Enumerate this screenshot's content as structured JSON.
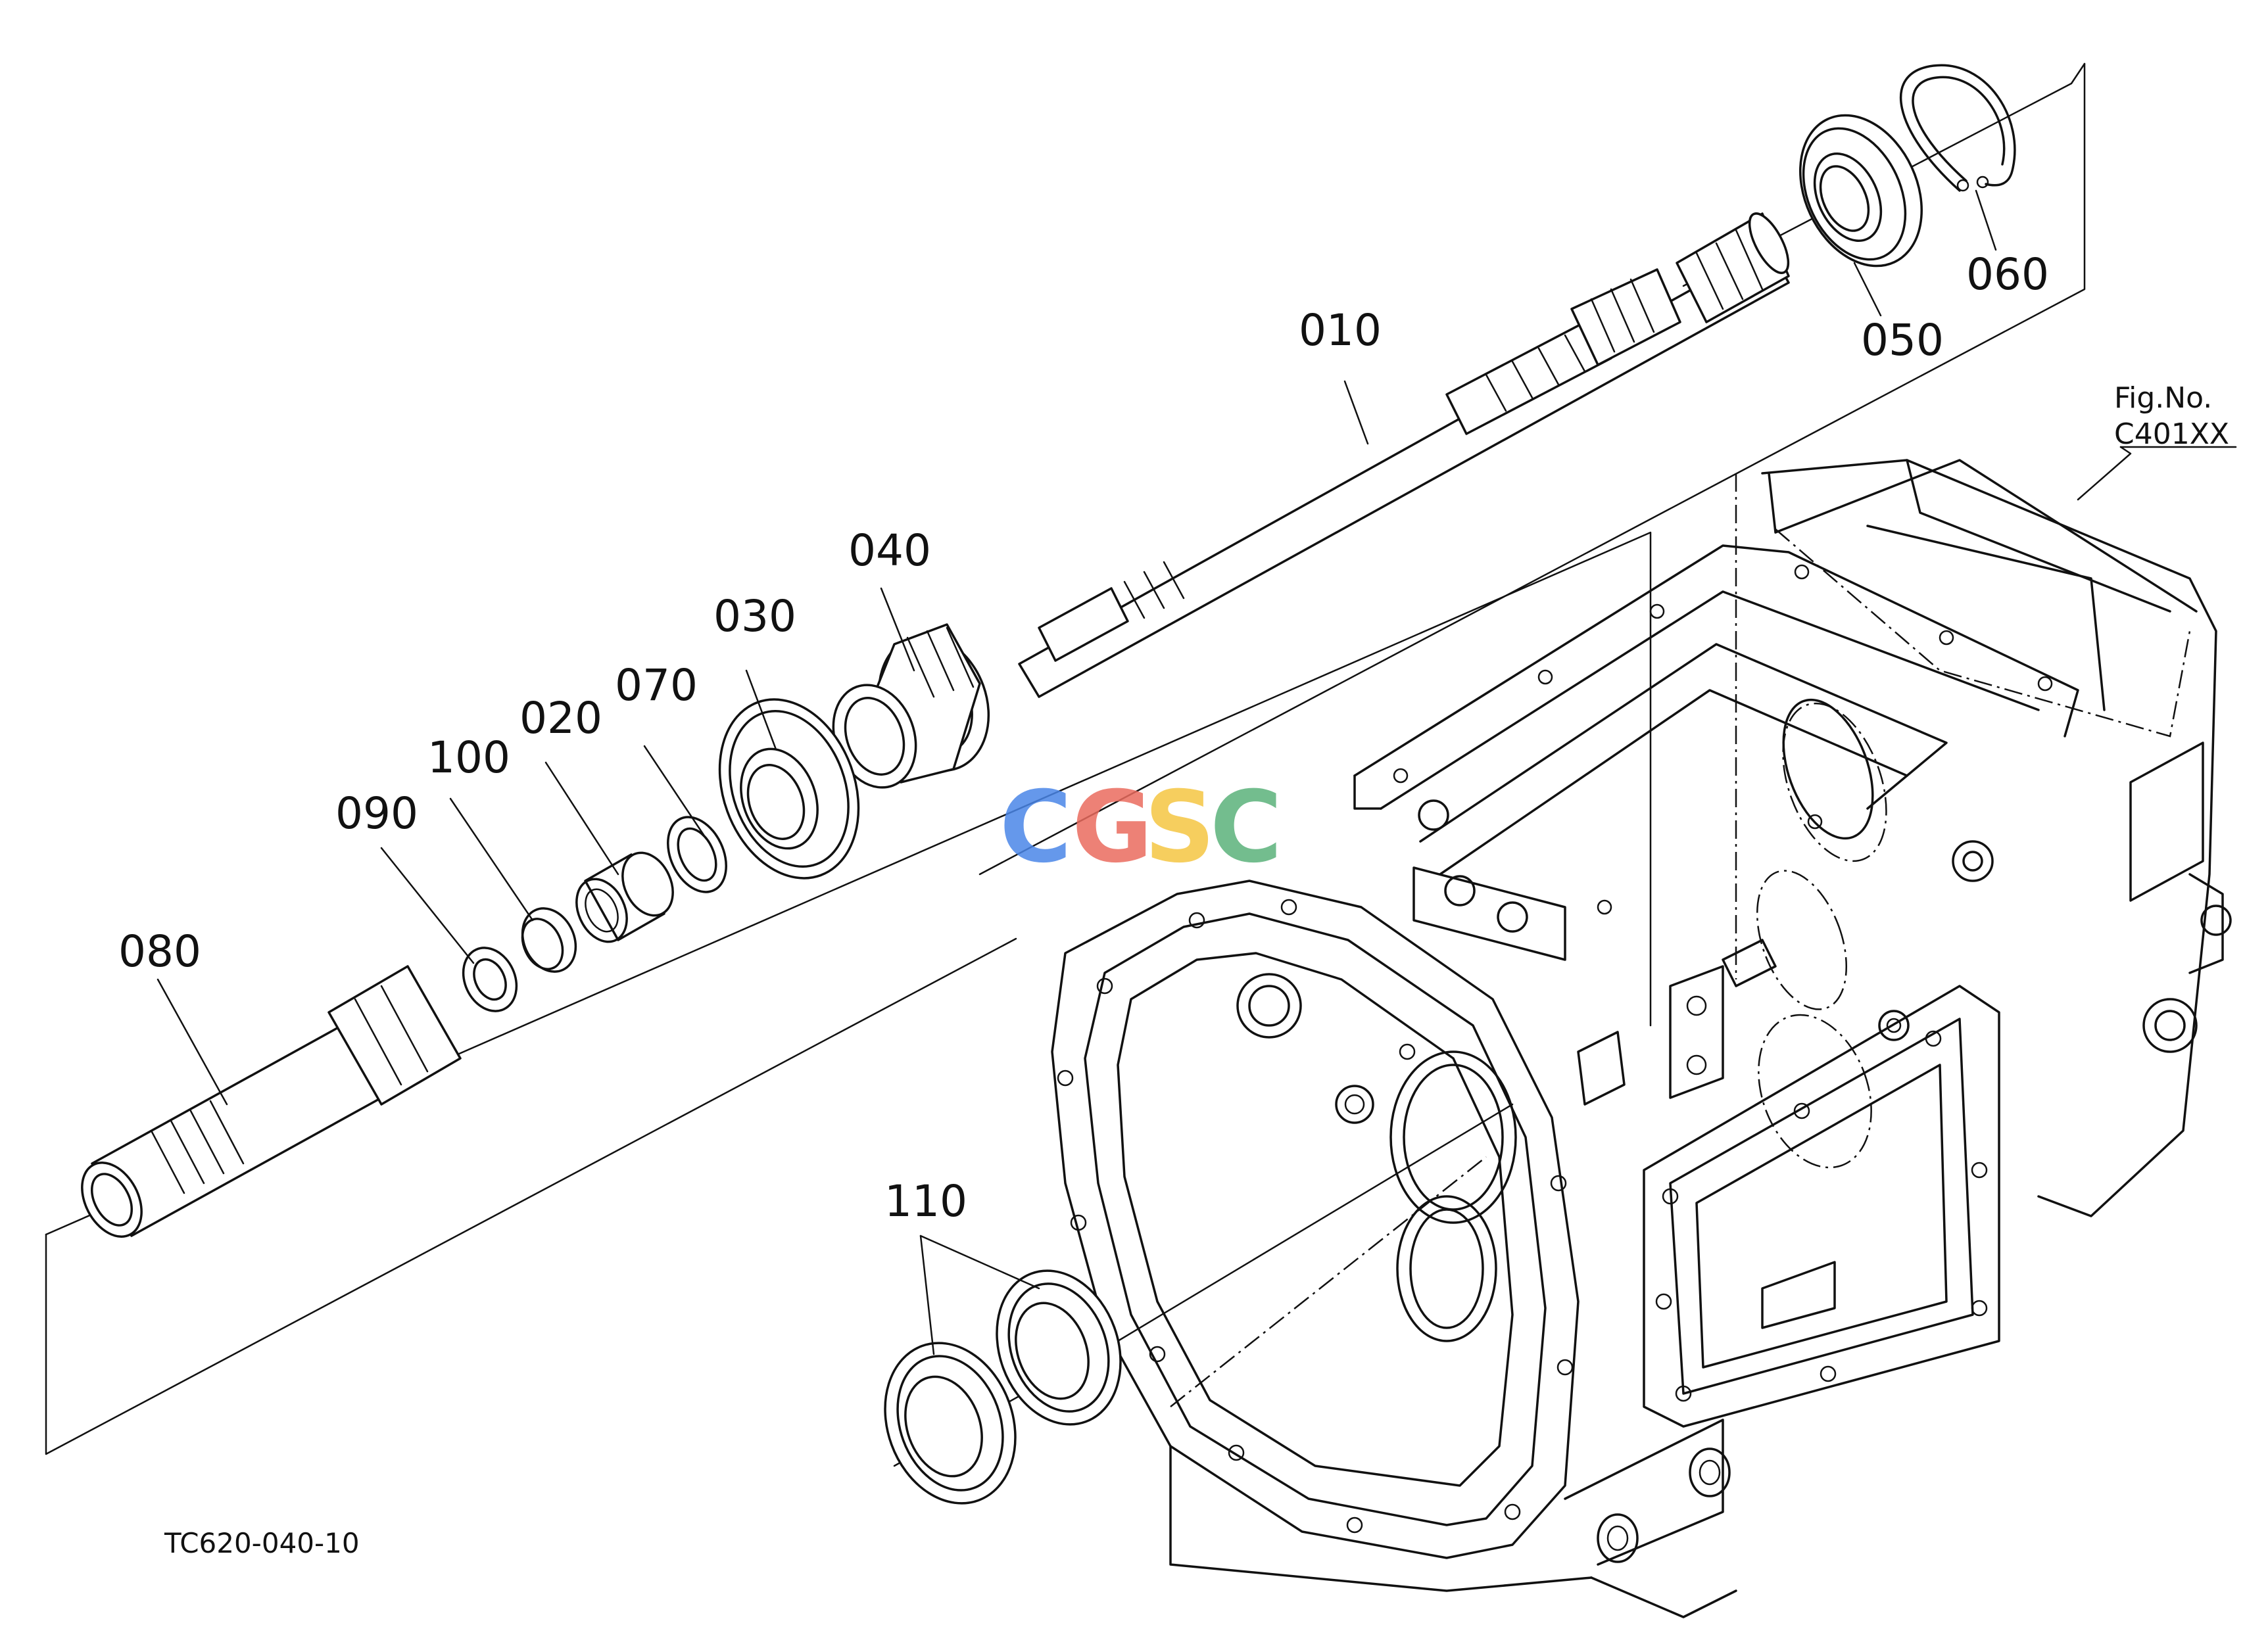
{
  "callouts": {
    "c010": "010",
    "c020": "020",
    "c030": "030",
    "c040": "040",
    "c050": "050",
    "c060": "060",
    "c070": "070",
    "c080": "080",
    "c090": "090",
    "c100": "100",
    "c110": "110"
  },
  "figure": {
    "label": "Fig.No.",
    "number": "C401XX"
  },
  "drawing_code": "TC620-040-10",
  "watermark": {
    "letters": [
      "C",
      "G",
      "S",
      "C"
    ],
    "colors": [
      "#4a86e8",
      "#ea6b5e",
      "#f4c542",
      "#5ab27a"
    ]
  }
}
